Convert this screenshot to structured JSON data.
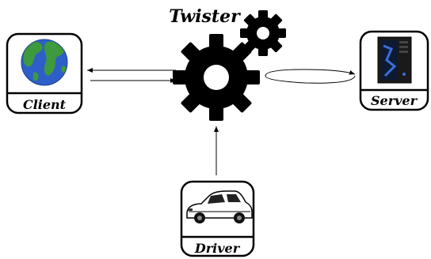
{
  "title": "Twister",
  "nodes": {
    "client": {
      "label": "Client",
      "icon": "globe-icon"
    },
    "server": {
      "label": "Server",
      "icon": "server-tower-icon"
    },
    "driver": {
      "label": "Driver",
      "icon": "car-icon"
    }
  },
  "hub": {
    "icon": "gears-icon"
  },
  "colors": {
    "ink": "#000000",
    "ocean": "#2e5fc9",
    "land": "#3d9a3d",
    "server_accent": "#3a6fd8",
    "background": "#ffffff"
  }
}
